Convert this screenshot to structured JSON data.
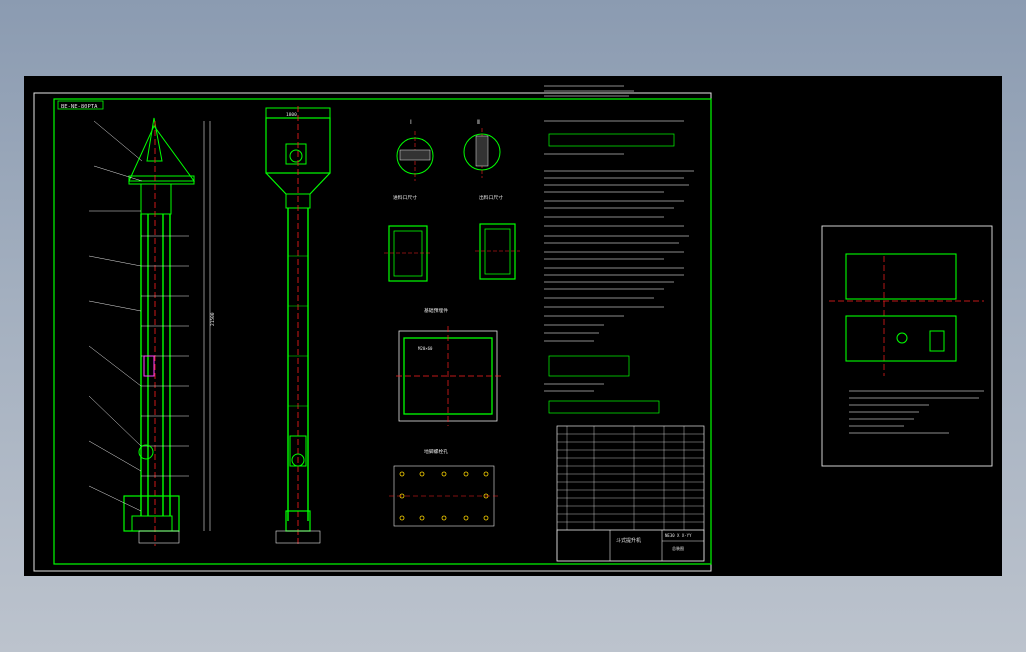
{
  "drawing": {
    "header_tag": "BE-NE-80PTA",
    "title_block": {
      "name": "斗式提升机",
      "model": "NE30 X X-YY",
      "sheet": "总装图"
    },
    "section_marks": [
      "Ⅰ",
      "Ⅱ"
    ],
    "detail_titles": [
      "进料口尺寸",
      "出料口尺寸",
      "基础预埋件",
      "地脚螺栓孔"
    ],
    "annotations": {
      "dim_top": "1800",
      "height": "21500",
      "callout": "M20×60"
    }
  },
  "colors": {
    "background": "#000000",
    "frame": "#00ff00",
    "structure": "#00ff00",
    "center_line": "#ff2020",
    "text": "#e6e6e6",
    "dimension": "#00ffff",
    "accent": "#ff44ff"
  }
}
